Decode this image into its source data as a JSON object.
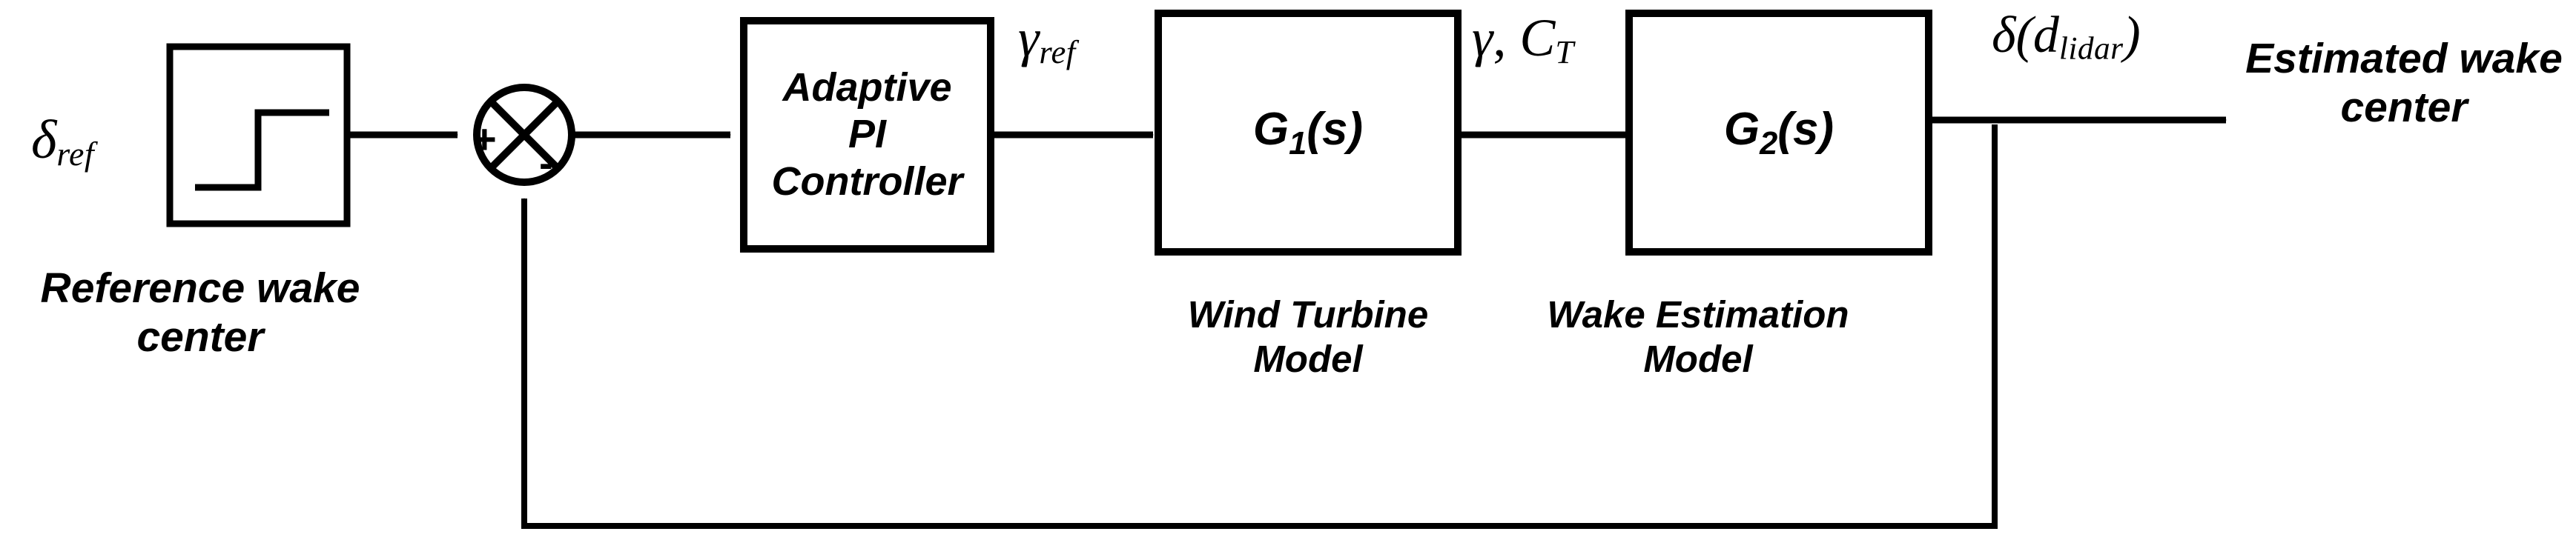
{
  "diagram": {
    "title": "Adaptive wake-centre feedback control block diagram",
    "stroke_color": "#000000",
    "background_color": "#ffffff",
    "blocks": [
      {
        "id": "step-source",
        "label": "",
        "caption": "Reference wake center"
      },
      {
        "id": "adaptive-pi",
        "label": "Adaptive PI Controller",
        "caption": ""
      },
      {
        "id": "wind-turbine-model",
        "label": "G1(s)",
        "caption": "Wind Turbine Model"
      },
      {
        "id": "wake-estimation-model",
        "label": "G2(s)",
        "caption": "Wake Estimation Model"
      }
    ],
    "summing_junction": {
      "positive_sign": "+",
      "negative_sign": "-"
    },
    "signals": {
      "reference_input": "δ_ref",
      "controller_output": "γ_ref",
      "turbine_output": "γ, C_T",
      "estimator_output": "δ(d_lidar)",
      "final_output_caption": "Estimated wake center"
    },
    "labels": {
      "delta_ref_main": "δ",
      "delta_ref_sub": "ref",
      "gamma_ref_main": "γ",
      "gamma_ref_sub": "ref",
      "gamma_ct_gamma": "γ",
      "gamma_ct_comma": ", ",
      "gamma_ct_c": "C",
      "gamma_ct_t_sub": "T",
      "delta_lidar_open": "δ(",
      "delta_lidar_d": "d",
      "delta_lidar_sub": "lidar",
      "delta_lidar_close": ")",
      "adaptive_line1": "Adaptive",
      "adaptive_line2": "PI",
      "adaptive_line3": "Controller",
      "g1_main": "G",
      "g1_sub": "1",
      "g1_tail": "(s)",
      "g2_main": "G",
      "g2_sub": "2",
      "g2_tail": "(s)",
      "reference_caption_line1": "Reference wake",
      "reference_caption_line2": "center",
      "wind_turbine_caption_line1": "Wind Turbine",
      "wind_turbine_caption_line2": "Model",
      "wake_estimation_caption_line1": "Wake Estimation",
      "wake_estimation_caption_line2": "Model",
      "estimated_caption_line1": "Estimated wake",
      "estimated_caption_line2": "center",
      "plus_sign": "+",
      "minus_sign": "-"
    }
  }
}
